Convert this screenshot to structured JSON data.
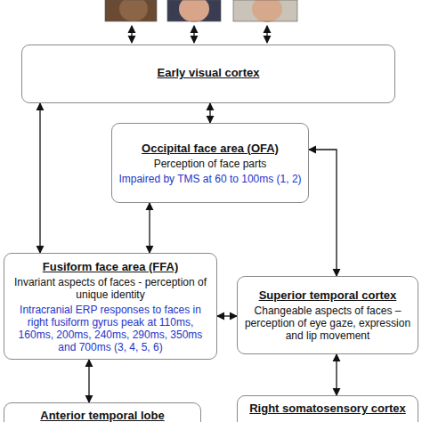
{
  "diagram": {
    "nodes": [
      {
        "text": [
          "Early visual cortex"
        ]
      },
      {
        "text": [
          "Occipital face area (OFA)",
          "Perception of face parts",
          "Impaired by TMS at 60 to 100ms (1, 2)"
        ]
      },
      {
        "text": [
          "Fusiform face area (FFA)",
          "Invariant aspects of faces - perception of unique identity",
          "Intracranial ERP responses to faces in right fusiform gyrus peak at 110ms, 160ms, 200ms, 240ms, 290ms, 350ms and 700ms (3, 4, 5, 6)"
        ]
      },
      {
        "text": [
          "Superior temporal cortex",
          "Changeable aspects of faces – perception of eye gaze, expression and lip movement"
        ]
      },
      {
        "text": [
          "Anterior temporal lobe"
        ]
      },
      {
        "text": [
          "Right somatosensory cortex"
        ]
      }
    ],
    "edges": [
      {
        "from": 0,
        "to": 1,
        "arrow": "both"
      },
      {
        "from": 0,
        "to": 2,
        "arrow": "both"
      },
      {
        "from": 1,
        "to": 2,
        "arrow": "both"
      },
      {
        "from": 1,
        "to": 3,
        "arrow": "both"
      },
      {
        "from": 2,
        "to": 3,
        "arrow": "both"
      },
      {
        "from": 2,
        "to": 4,
        "arrow": "both"
      },
      {
        "from": 3,
        "to": 5,
        "arrow": "both"
      }
    ]
  }
}
